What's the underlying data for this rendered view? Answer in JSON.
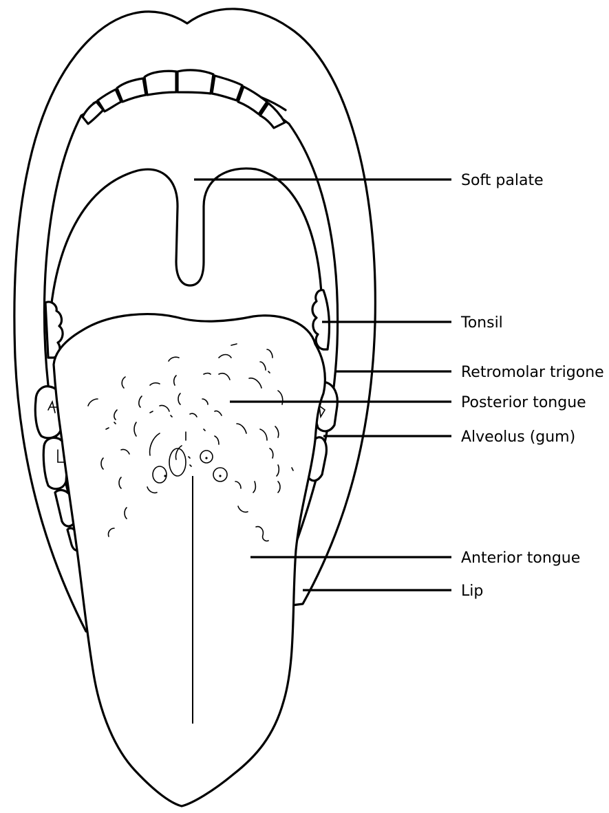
{
  "diagram": {
    "labels": {
      "soft_palate": "Soft palate",
      "tonsil": "Tonsil",
      "retromolar_trigone": "Retromolar trigone",
      "posterior_tongue": "Posterior tongue",
      "alveolus": "Alveolus (gum)",
      "anterior_tongue": "Anterior tongue",
      "lip": "Lip"
    }
  },
  "colors": {
    "line": "#000000",
    "background": "#ffffff"
  }
}
